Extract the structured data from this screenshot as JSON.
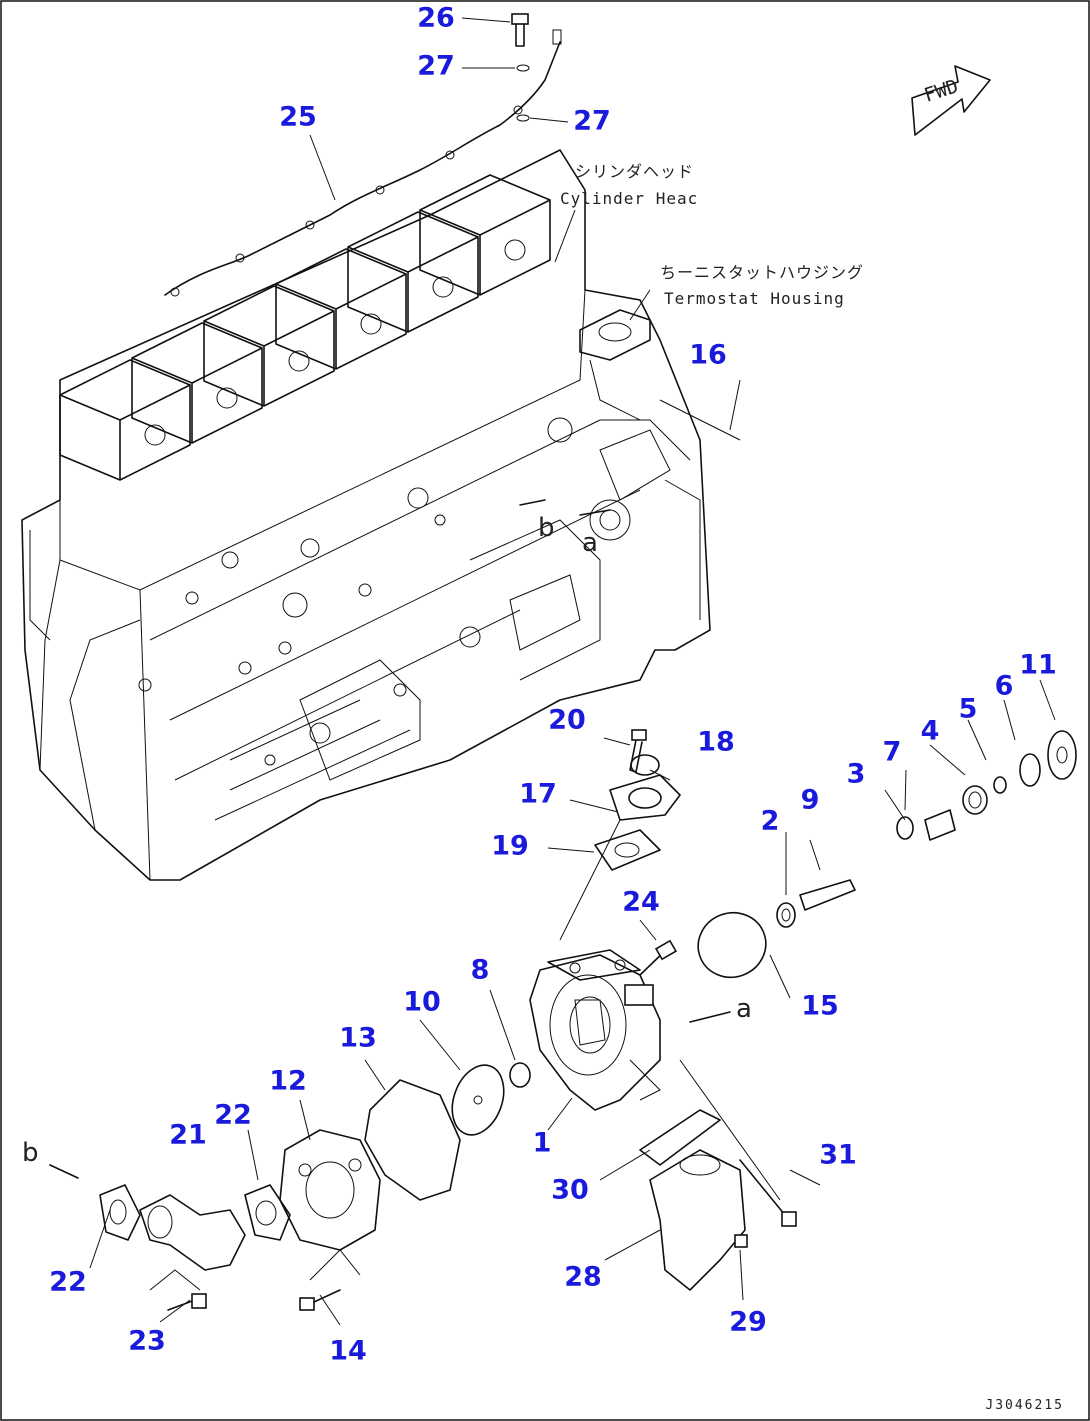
{
  "notes": {
    "cylinder_head_jp": "シリンダヘッド",
    "cylinder_head_en": "Cylinder Heac",
    "thermostat_housing_jp": "ちーニスタットハウジング",
    "thermostat_housing_en": "Termostat Housing"
  },
  "ref_letters": {
    "a_top": "a",
    "b_top": "b",
    "a_pump": "a",
    "b_left": "b"
  },
  "fwd_label": "FWD",
  "drawing_code": "J3046215",
  "callouts": [
    {
      "id": "c26",
      "label": "26"
    },
    {
      "id": "c27a",
      "label": "27"
    },
    {
      "id": "c27b",
      "label": "27"
    },
    {
      "id": "c25",
      "label": "25"
    },
    {
      "id": "c16",
      "label": "16"
    },
    {
      "id": "c11",
      "label": "11"
    },
    {
      "id": "c6",
      "label": "6"
    },
    {
      "id": "c5",
      "label": "5"
    },
    {
      "id": "c4",
      "label": "4"
    },
    {
      "id": "c7",
      "label": "7"
    },
    {
      "id": "c3",
      "label": "3"
    },
    {
      "id": "c9",
      "label": "9"
    },
    {
      "id": "c2",
      "label": "2"
    },
    {
      "id": "c20",
      "label": "20"
    },
    {
      "id": "c18",
      "label": "18"
    },
    {
      "id": "c17",
      "label": "17"
    },
    {
      "id": "c19",
      "label": "19"
    },
    {
      "id": "c24",
      "label": "24"
    },
    {
      "id": "c15",
      "label": "15"
    },
    {
      "id": "c8",
      "label": "8"
    },
    {
      "id": "c10",
      "label": "10"
    },
    {
      "id": "c13",
      "label": "13"
    },
    {
      "id": "c12",
      "label": "12"
    },
    {
      "id": "c22a",
      "label": "22"
    },
    {
      "id": "c21",
      "label": "21"
    },
    {
      "id": "c1",
      "label": "1"
    },
    {
      "id": "c31",
      "label": "31"
    },
    {
      "id": "c30",
      "label": "30"
    },
    {
      "id": "c22b",
      "label": "22"
    },
    {
      "id": "c28",
      "label": "28"
    },
    {
      "id": "c23",
      "label": "23"
    },
    {
      "id": "c14",
      "label": "14"
    },
    {
      "id": "c29",
      "label": "29"
    }
  ]
}
